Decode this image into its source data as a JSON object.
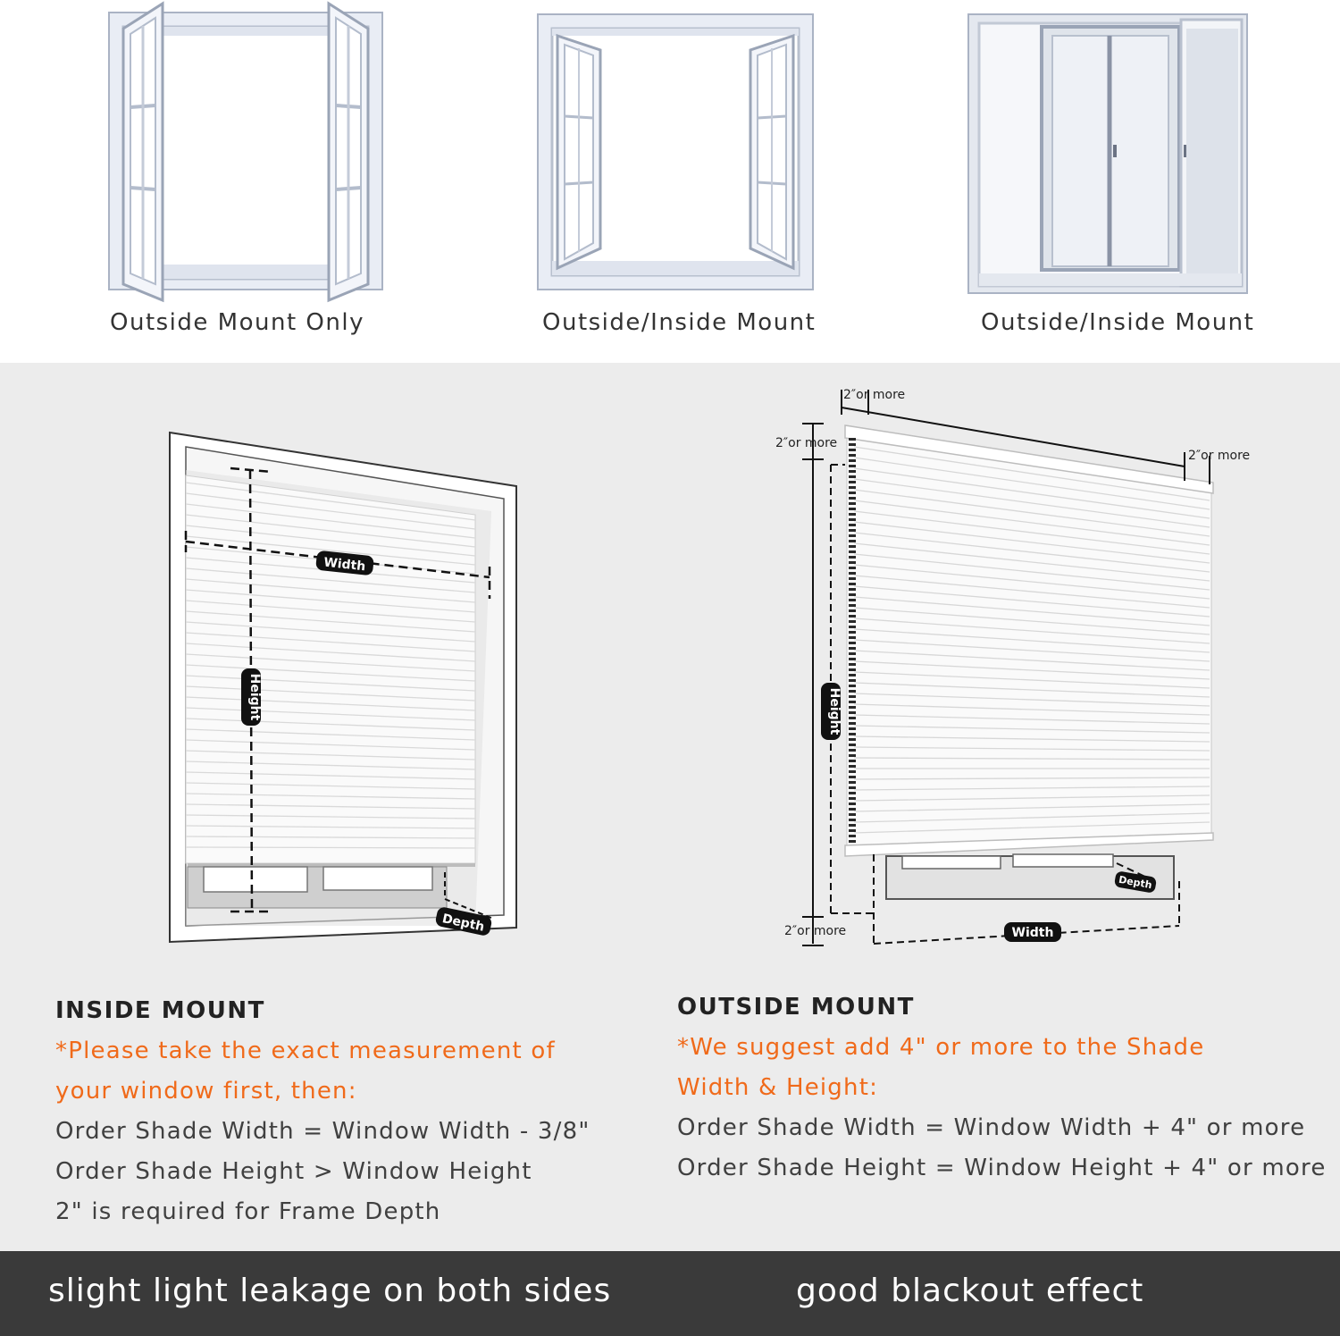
{
  "window_types": [
    {
      "caption": "Outside Mount Only",
      "icon": "casement-window-open-icon"
    },
    {
      "caption": "Outside/Inside Mount",
      "icon": "casement-window-inward-icon"
    },
    {
      "caption": "Outside/Inside Mount",
      "icon": "sliding-window-icon"
    }
  ],
  "inside_diagram": {
    "width_label": "Width",
    "height_label": "Height",
    "depth_label": "Depth"
  },
  "outside_diagram": {
    "width_label": "Width",
    "height_label": "Height",
    "depth_label": "Depth",
    "top_left_note": "2″or more",
    "top_right_note": "2″or more",
    "left_top_note": "2″or more",
    "bottom_note": "2″or more"
  },
  "inside_mount": {
    "heading": "INSIDE MOUNT",
    "note_lines": [
      "*Please take the exact measurement of",
      "your window first, then:"
    ],
    "rules": [
      "Order Shade Width = Window Width - 3/8\"",
      "Order Shade Height > Window Height",
      "2\" is required for Frame Depth"
    ]
  },
  "outside_mount": {
    "heading": "OUTSIDE MOUNT",
    "note_lines": [
      "*We suggest add 4\" or more to the Shade",
      "Width & Height:"
    ],
    "rules": [
      "Order Shade Width = Window Width + 4\" or more",
      "Order Shade Height = Window Height + 4\" or more"
    ]
  },
  "footer": {
    "left": "slight light leakage on both sides",
    "right": "good blackout effect"
  },
  "colors": {
    "accent_orange": "#f06a1a",
    "footer_bg": "#3a3a3a",
    "panel_bg": "#ececec"
  }
}
